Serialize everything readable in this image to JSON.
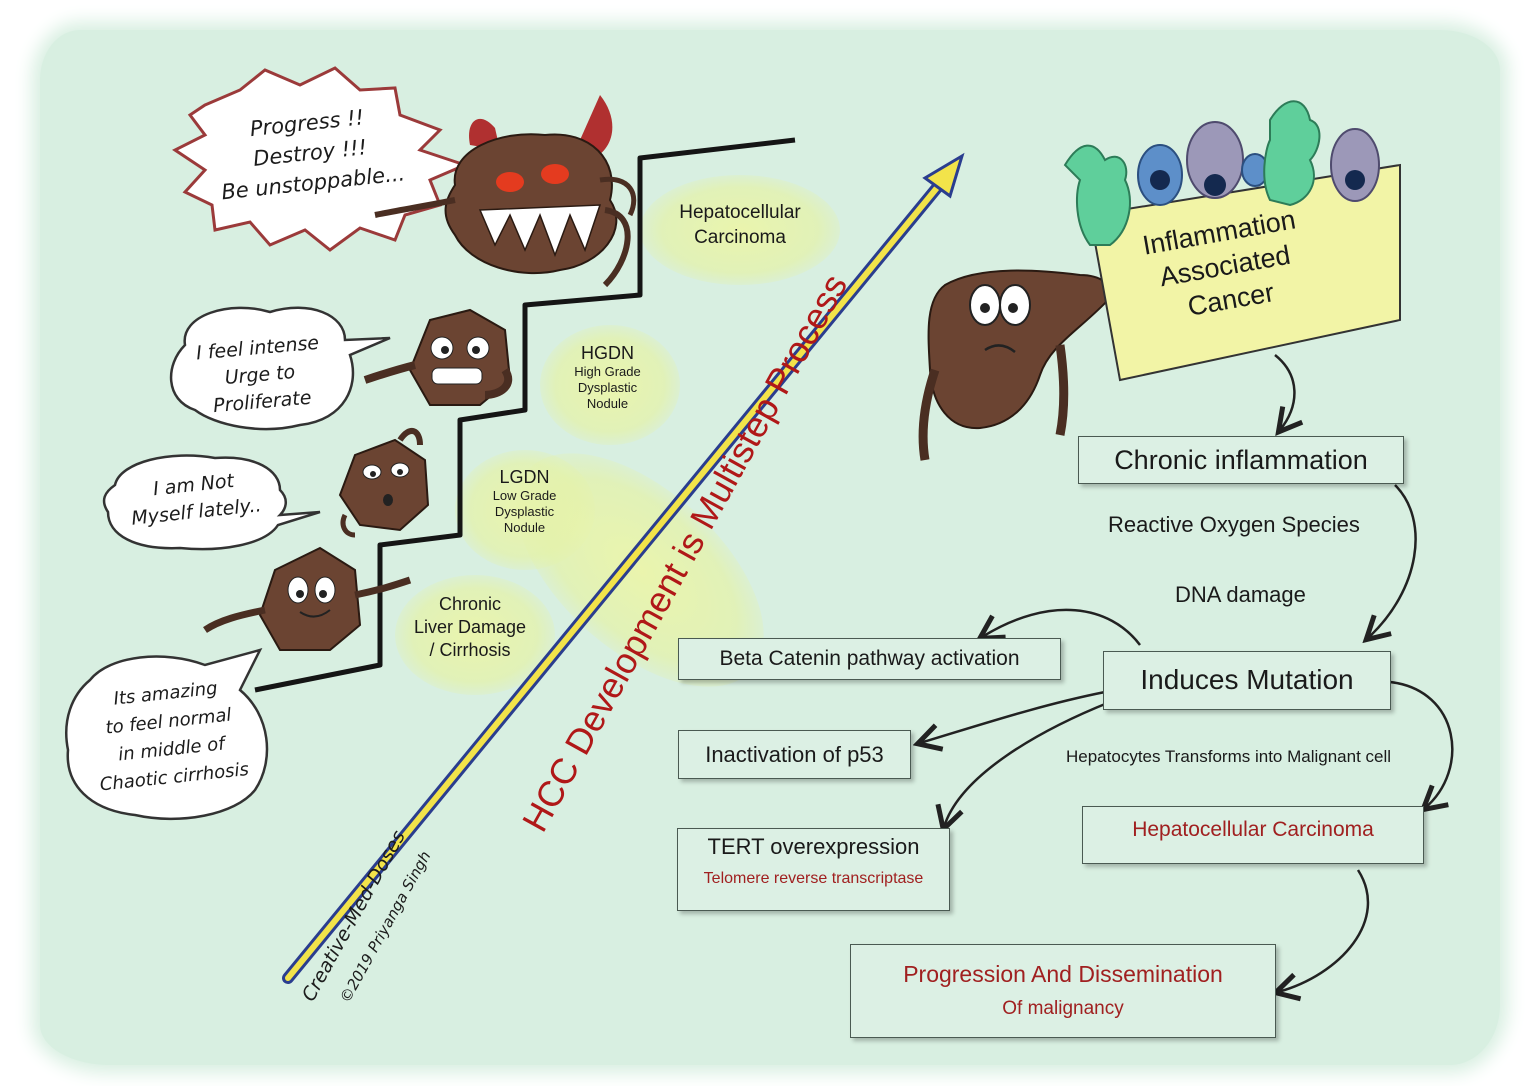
{
  "speech": {
    "bubble1": [
      "Progress !!",
      "Destroy !!!",
      "Be unstoppable..."
    ],
    "bubble2": [
      "I feel intense",
      "Urge to",
      "Proliferate"
    ],
    "bubble3": [
      "I am Not",
      "Myself lately.."
    ],
    "bubble4": [
      "Its amazing",
      "to feel normal",
      "in middle of",
      "Chaotic cirrhosis"
    ]
  },
  "stages": {
    "hcc": [
      "Hepatocellular",
      "Carcinoma"
    ],
    "hgdn": {
      "abbr": "HGDN",
      "lines": [
        "High Grade",
        "Dysplastic",
        "Nodule"
      ]
    },
    "lgdn": {
      "abbr": "LGDN",
      "lines": [
        "Low Grade",
        "Dysplastic",
        "Nodule"
      ]
    },
    "chronic": [
      "Chronic",
      "Liver Damage",
      "/ Cirrhosis"
    ]
  },
  "main_title": "HCC Development is Multistep Process",
  "credit": {
    "name": "Creative-Med-Doses",
    "copyright": "©2019 Priyanga Singh"
  },
  "sign": [
    "Inflammation",
    "Associated",
    "Cancer"
  ],
  "flow": {
    "chronic_inflammation": "Chronic inflammation",
    "ros": "Reactive Oxygen Species",
    "dna": "DNA damage",
    "induces": "Induces Mutation",
    "beta": "Beta Catenin pathway activation",
    "p53": "Inactivation of p53",
    "tert": "TERT overexpression",
    "tert_sub": "Telomere reverse transcriptase",
    "transforms": "Hepatocytes Transforms into Malignant cell",
    "hcc": "Hepatocellular Carcinoma",
    "progression": "Progression And Dissemination",
    "progression_sub": "Of malignancy"
  },
  "colors": {
    "background": "#d8efe1",
    "cell": "#6b4432",
    "arrow_yellow": "#f2e34a",
    "arrow_blue": "#2a3d8f",
    "title_red": "#b01818",
    "sign_yellow": "#f2f4a6",
    "green_cell": "#5fcf9b",
    "blue_cell": "#5d8fc9",
    "purple_cell": "#9c98b8"
  }
}
